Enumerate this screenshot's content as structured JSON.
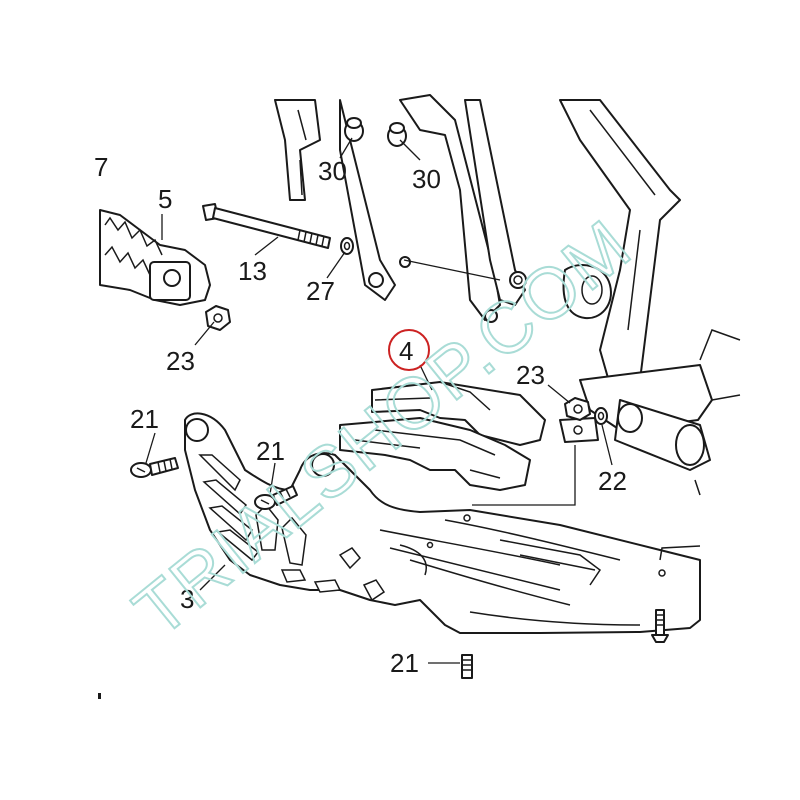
{
  "watermark": {
    "text": "TRIALSHOP.COM",
    "color": "#a9dcd6"
  },
  "colors": {
    "line": "#1a1a1a",
    "highlight": "#cc2222"
  },
  "highlighted_part": "4",
  "labels": {
    "p7": "7",
    "p5": "5",
    "p13": "13",
    "p27": "27",
    "p23a": "23",
    "p30a": "30",
    "p30b": "30",
    "p4": "4",
    "p23b": "23",
    "p22": "22",
    "p21a": "21",
    "p21b": "21",
    "p3": "3",
    "p21c": "21"
  }
}
